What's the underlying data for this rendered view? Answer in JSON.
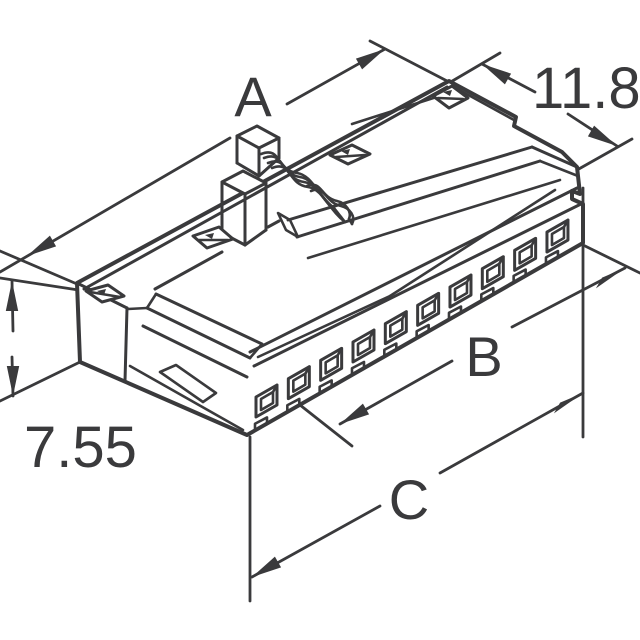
{
  "drawing": {
    "description": "Isometric technical line drawing of a rectangular wire-to-board connector housing (crimp receptacle) with a row of square contact cavities, a central locking latch with spring fingers, corner latch wings, and dimension callouts",
    "background_color": "#ffffff",
    "line_color": "#3a3a3c",
    "cavity_count": 10
  },
  "labels": {
    "dim_length_top": "A",
    "dim_width": "11.8",
    "dim_span_front": "B",
    "dim_length_overall": "C",
    "dim_height": "7.55"
  }
}
